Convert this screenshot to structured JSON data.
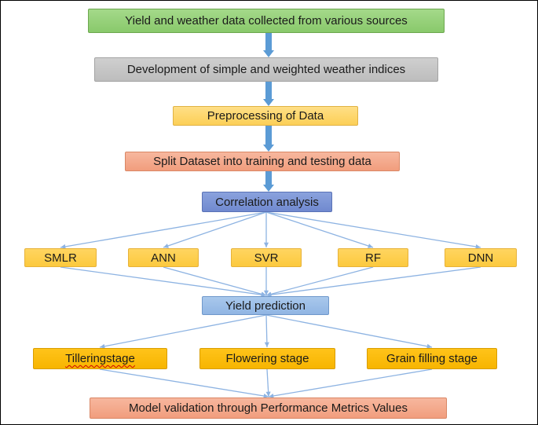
{
  "nodes": {
    "sources": "Yield and weather data collected from various sources",
    "indices": "Development of simple and weighted weather indices",
    "preprocess": "Preprocessing of Data",
    "split": "Split Dataset into training and testing data",
    "correlation": "Correlation analysis",
    "smlr": "SMLR",
    "ann": "ANN",
    "svr": "SVR",
    "rf": "RF",
    "dnn": "DNN",
    "yield": "Yield prediction",
    "tillering": "Tilleringstage",
    "flowering": "Flowering stage",
    "grain": "Grain filling stage",
    "validation": "Model validation through Performance Metrics Values"
  },
  "colors": {
    "block_arrow": "#5b9bd5",
    "connector": "#8db3e2"
  }
}
